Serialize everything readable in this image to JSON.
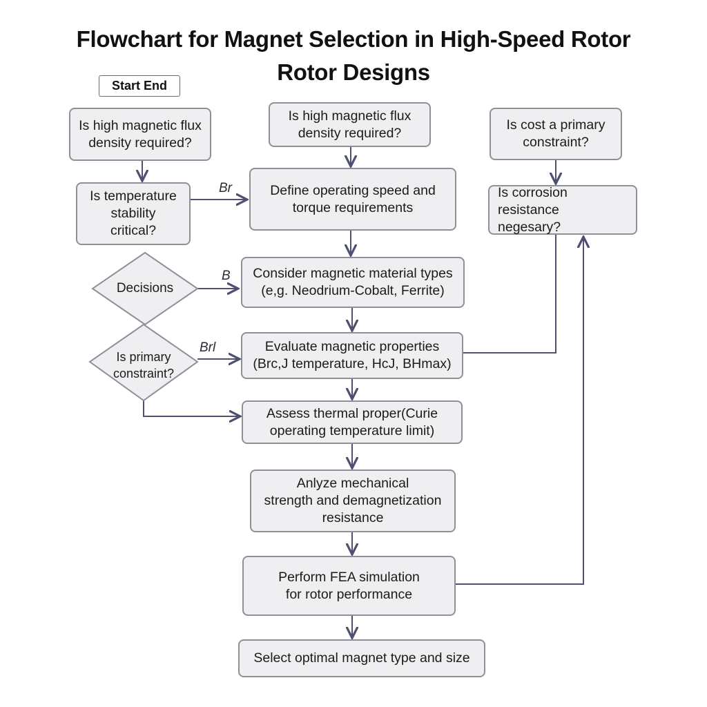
{
  "title": {
    "line1": "Flowchart for Magnet Selection in High-Speed Rotor",
    "line2": "Rotor Designs"
  },
  "legend": {
    "label": "Start  End"
  },
  "nodes": {
    "left_flux": "Is high magnetic flux\ndensity required?",
    "left_temp": "Is temperature\nstability\ncritical?",
    "top_flux": "Is high magnetic flux\ndensity required?",
    "define": "Define operating speed and\ntorque requirements",
    "consider": "Consider magnetic material types\n(e,g. Neodrium-Cobalt, Ferrite)",
    "evaluate": "Evaluate magnetic properties\n(Brс,J temperature, HcJ, BHmax)",
    "assess": "Assess thermal proper(Curie\noperating temperature limit)",
    "analyze": "Anlyze mechanical\nstrength and demagnetization\nresistance",
    "perform": "Perform FEA simulation\nfor rotor performance",
    "select": "Select optimal magnet type and size",
    "cost": "Is cost a primary\nconstraint?",
    "corrosion": "Is corrosion resistance\nnegesary?"
  },
  "decisions": {
    "decisions": "Decisions",
    "primary": "Is primary\nconstraint?"
  },
  "edge_labels": {
    "br_top": "Br",
    "b_mid": "B",
    "br_low": "Brl"
  },
  "colors": {
    "node_fill": "#efeff1",
    "node_border": "#8d8f99",
    "arrow": "#4f5070"
  }
}
